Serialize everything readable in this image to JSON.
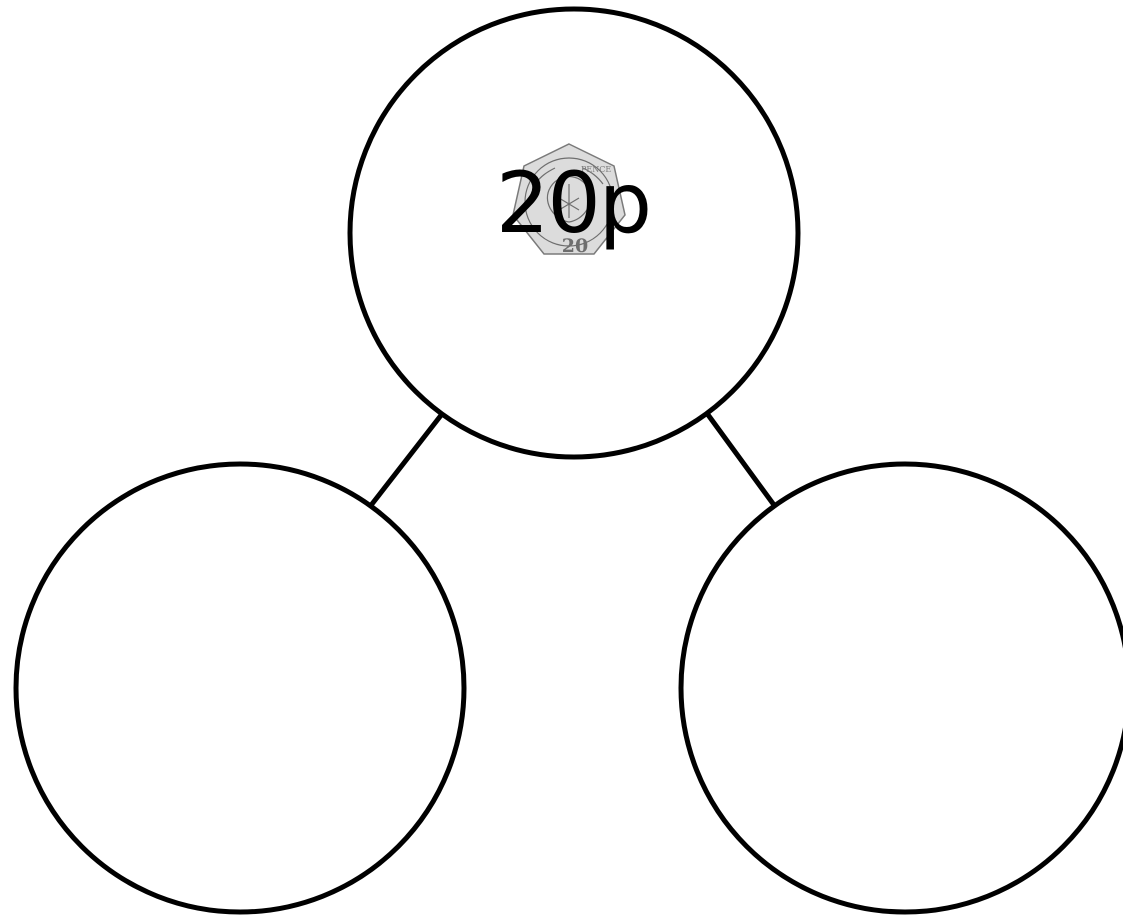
{
  "diagram": {
    "type": "part-whole-model",
    "whole": {
      "label": "20p",
      "coin_icon": "twenty-pence-coin-icon",
      "coin_value_text": "20",
      "coin_legend_text": "PENCE"
    },
    "parts": [
      {
        "label": ""
      },
      {
        "label": ""
      }
    ]
  }
}
